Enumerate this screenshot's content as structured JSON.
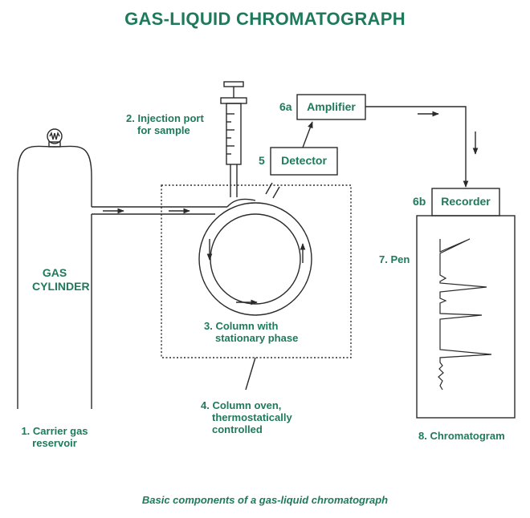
{
  "title": "GAS-LIQUID CHROMATOGRAPH",
  "caption": "Basic components of a gas-liquid chromatograph",
  "cylinder": {
    "line1": "GAS",
    "line2": "CYLINDER"
  },
  "labels": {
    "carrier_line1": "1. Carrier gas",
    "carrier_line2": "reservoir",
    "injection_line1": "2. Injection port",
    "injection_line2": "for sample",
    "column_line1": "3. Column with",
    "column_line2": "stationary phase",
    "oven_line1": "4. Column oven,",
    "oven_line2": "thermostatically",
    "oven_line3": "controlled",
    "detector_num": "5",
    "detector": "Detector",
    "amplifier_num": "6a",
    "amplifier": "Amplifier",
    "recorder_num": "6b",
    "recorder": "Recorder",
    "pen": "7. Pen",
    "chromatogram": "8. Chromatogram"
  },
  "colors": {
    "accent": "#1e7a5a",
    "line": "#2a2a2a"
  }
}
